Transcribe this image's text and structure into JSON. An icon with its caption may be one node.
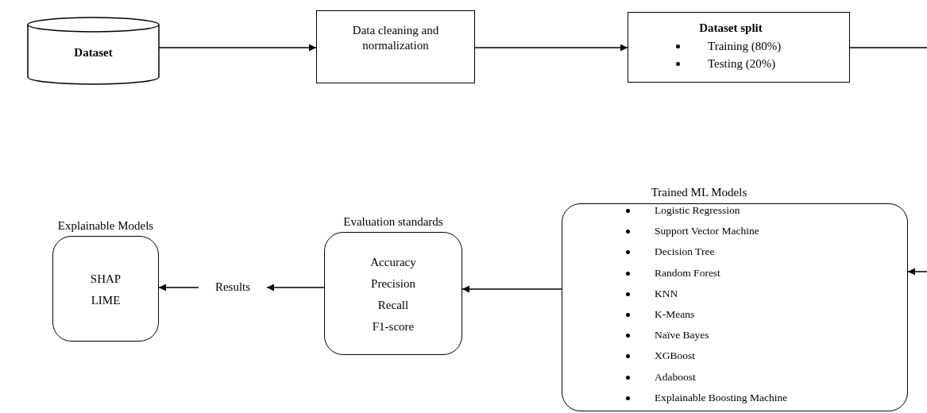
{
  "diagram": {
    "nodes": [
      {
        "text": [
          "Dataset"
        ]
      },
      {
        "text": [
          "Data cleaning and normalization"
        ]
      },
      {
        "text": [
          "Dataset split",
          "Training (80%)",
          "Testing (20%)"
        ]
      },
      {
        "text": [
          "Trained ML Models",
          "Logistic Regression",
          "Support Vector Machine",
          "Decision Tree",
          "Random Forest",
          "KNN",
          "K-Means",
          "Naïve Bayes",
          "XGBoost",
          "Adaboost",
          "Explainable Boosting Machine"
        ]
      },
      {
        "text": [
          "Evaluation standards",
          "Accuracy",
          "Precision",
          "Recall",
          "F1-score"
        ]
      },
      {
        "text": [
          "Results"
        ]
      },
      {
        "text": [
          "Explainable Models",
          "SHAP",
          "LIME"
        ]
      }
    ],
    "edges": [
      {
        "from": 0,
        "to": 1,
        "arrow": "to"
      },
      {
        "from": 1,
        "to": 2,
        "arrow": "to"
      },
      {
        "from": 2,
        "to": 3,
        "arrow": "to"
      },
      {
        "from": 3,
        "to": 4,
        "arrow": "to"
      },
      {
        "from": 4,
        "to": 5,
        "arrow": "to"
      },
      {
        "from": 5,
        "to": 6,
        "arrow": "to"
      }
    ]
  }
}
